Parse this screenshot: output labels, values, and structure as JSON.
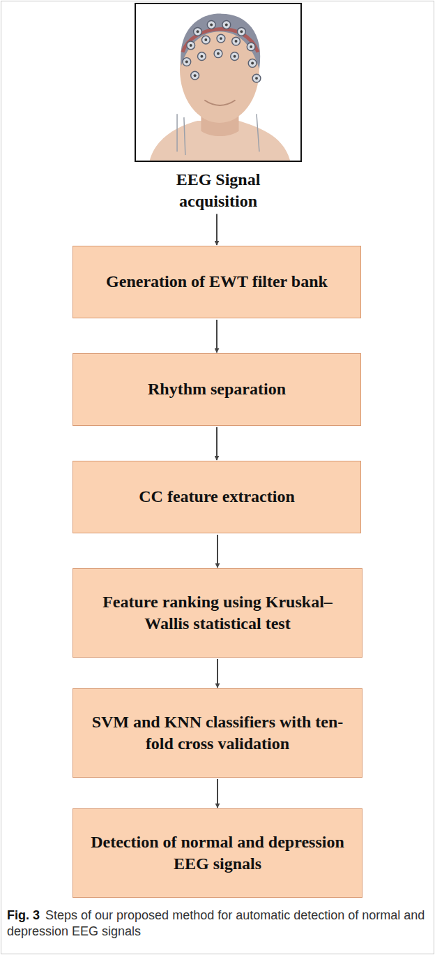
{
  "diagram": {
    "caption": "Steps of our proposed method for automatic detection of normal and depression EEG signals",
    "nodes": [
      {
        "text": [
          "EEG Signal acquisition"
        ]
      },
      {
        "text": [
          "Generation of EWT filter bank"
        ]
      },
      {
        "text": [
          "Rhythm separation"
        ]
      },
      {
        "text": [
          "CC feature extraction"
        ]
      },
      {
        "text": [
          "Feature ranking using Kruskal–Wallis statistical test"
        ]
      },
      {
        "text": [
          "SVM and KNN classifiers with ten-fold cross validation"
        ]
      },
      {
        "text": [
          "Detection of normal and depression EEG signals"
        ]
      }
    ],
    "edges": [
      {
        "from": 0,
        "to": 1,
        "arrow": "to"
      },
      {
        "from": 1,
        "to": 2,
        "arrow": "to"
      },
      {
        "from": 2,
        "to": 3,
        "arrow": "to"
      },
      {
        "from": 3,
        "to": 4,
        "arrow": "to"
      },
      {
        "from": 4,
        "to": 5,
        "arrow": "to"
      },
      {
        "from": 5,
        "to": 6,
        "arrow": "to"
      }
    ],
    "labels": [
      "Fig. 3"
    ]
  }
}
